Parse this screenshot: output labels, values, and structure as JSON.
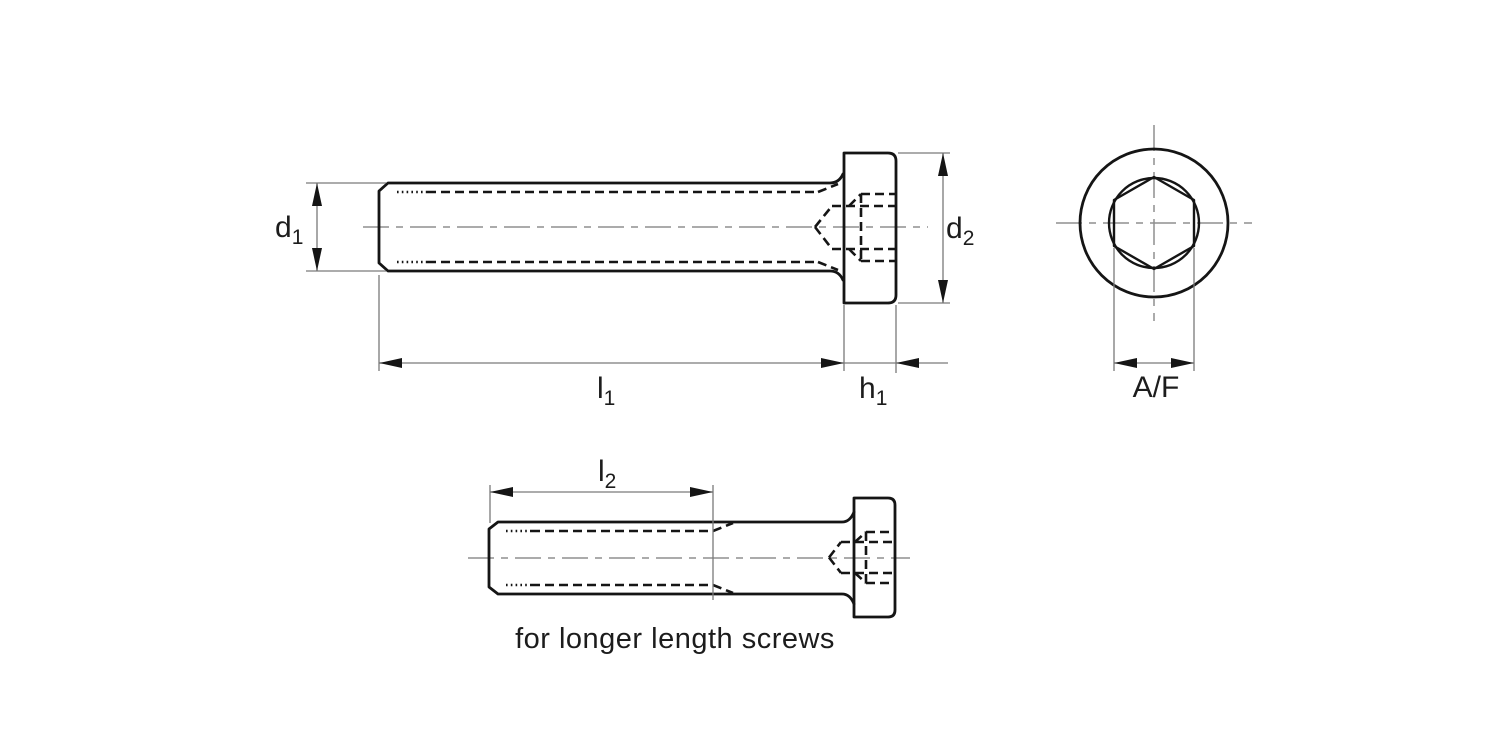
{
  "figure": {
    "caption": "for longer length screws",
    "labels": {
      "d1": {
        "main": "d",
        "sub": "1"
      },
      "d2": {
        "main": "d",
        "sub": "2"
      },
      "l1": {
        "main": "l",
        "sub": "1"
      },
      "h1": {
        "main": "h",
        "sub": "1"
      },
      "l2": {
        "main": "l",
        "sub": "2"
      },
      "af": "A/F"
    },
    "colors": {
      "outline": "#151515",
      "thin": "#7a7a7a",
      "centerline": "#8f8f8f",
      "text": "#1c1c1c",
      "background": "#ffffff"
    }
  }
}
